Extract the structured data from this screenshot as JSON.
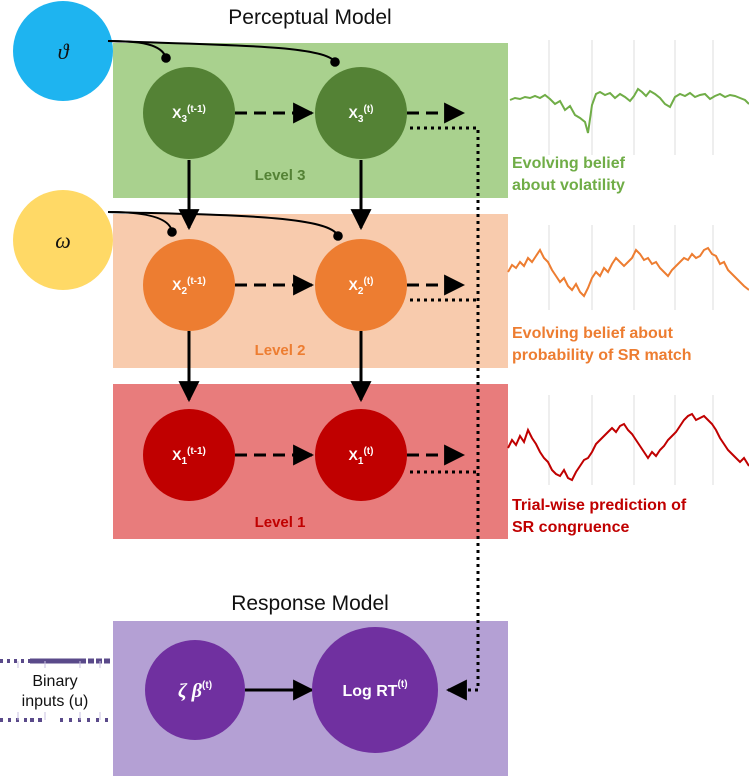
{
  "titles": {
    "perceptual": "Perceptual Model",
    "response": "Response Model"
  },
  "parameters": {
    "theta": "ϑ",
    "omega": "ω"
  },
  "levels": [
    {
      "label": "Level 3",
      "prev_base": "X",
      "prev_sub": "3",
      "prev_sup": "(t-1)",
      "cur_base": "X",
      "cur_sub": "3",
      "cur_sup": "(t)",
      "desc_line1": "Evolving belief",
      "desc_line2": "about volatility"
    },
    {
      "label": "Level 2",
      "prev_base": "X",
      "prev_sub": "2",
      "prev_sup": "(t-1)",
      "cur_base": "X",
      "cur_sub": "2",
      "cur_sup": "(t)",
      "desc_line1": "Evolving belief about",
      "desc_line2": "probability of SR match"
    },
    {
      "label": "Level 1",
      "prev_base": "X",
      "prev_sub": "1",
      "prev_sup": "(t-1)",
      "cur_base": "X",
      "cur_sub": "1",
      "cur_sup": "(t)",
      "desc_line1": "Trial-wise prediction of",
      "desc_line2": "SR congruence"
    }
  ],
  "response": {
    "zeta_beta_base": "ζ β",
    "zeta_beta_sup": "(t)",
    "logrt_base": "Log RT",
    "logrt_sup": "(t)"
  },
  "inputs": {
    "line1": "Binary",
    "line2": "inputs (u)"
  },
  "colors": {
    "level3_band": "#a9d18e",
    "level3_node": "#548235",
    "level3_text": "#70ad47",
    "level2_band": "#f8cbad",
    "level2_node": "#ed7d31",
    "level2_text": "#ed7d31",
    "level1_band": "#e87c7c",
    "level1_node": "#c00000",
    "level1_text": "#c00000",
    "response_band": "#b4a0d4",
    "response_node": "#7030a0",
    "theta": "#1eb4f0",
    "omega": "#ffd966"
  }
}
